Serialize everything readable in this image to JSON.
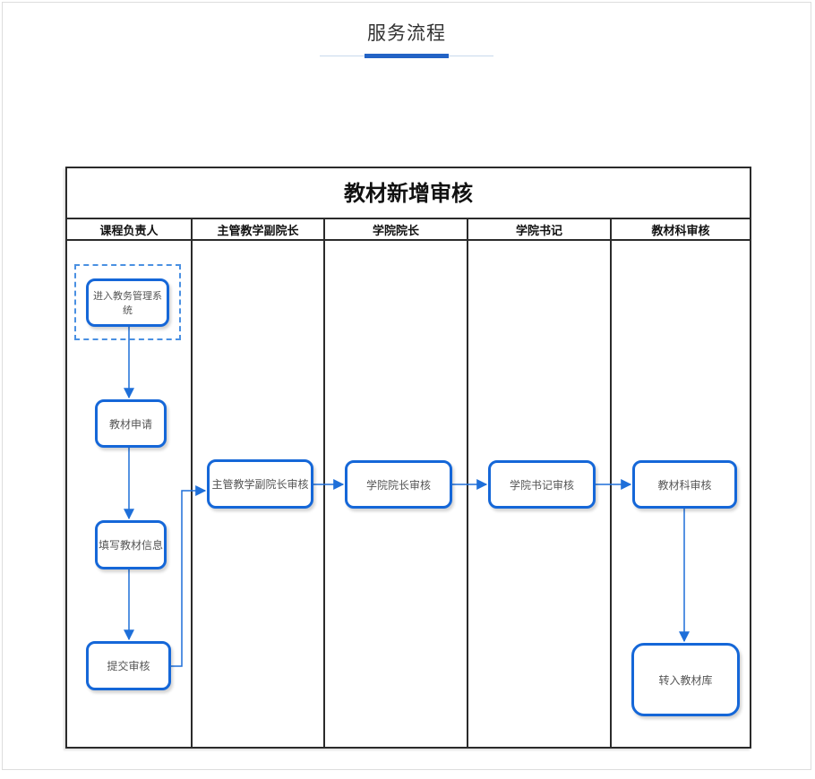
{
  "page": {
    "title": "服务流程"
  },
  "diagram": {
    "title": "教材新增审核",
    "lanes": [
      {
        "label": "课程负责人"
      },
      {
        "label": "主管教学副院长"
      },
      {
        "label": "学院院长"
      },
      {
        "label": "学院书记"
      },
      {
        "label": "教材科审核"
      }
    ],
    "nodes": [
      {
        "id": "enter-system",
        "label": "进入教务管理系统",
        "lane": "课程负责人",
        "highlighted": true
      },
      {
        "id": "textbook-apply",
        "label": "教材申请",
        "lane": "课程负责人"
      },
      {
        "id": "fill-textbook-info",
        "label": "填写教材信息",
        "lane": "课程负责人"
      },
      {
        "id": "submit-review",
        "label": "提交审核",
        "lane": "课程负责人"
      },
      {
        "id": "vice-dean-review",
        "label": "主管教学副院长审核",
        "lane": "主管教学副院长"
      },
      {
        "id": "dean-review",
        "label": "学院院长审核",
        "lane": "学院院长"
      },
      {
        "id": "secretary-review",
        "label": "学院书记审核",
        "lane": "学院书记"
      },
      {
        "id": "textbook-office-review",
        "label": "教材科审核",
        "lane": "教材科审核"
      },
      {
        "id": "transfer-to-library",
        "label": "转入教材库",
        "lane": "教材科审核"
      }
    ],
    "edges": [
      {
        "from": "enter-system",
        "to": "textbook-apply"
      },
      {
        "from": "textbook-apply",
        "to": "fill-textbook-info"
      },
      {
        "from": "fill-textbook-info",
        "to": "submit-review"
      },
      {
        "from": "submit-review",
        "to": "vice-dean-review"
      },
      {
        "from": "vice-dean-review",
        "to": "dean-review"
      },
      {
        "from": "dean-review",
        "to": "secretary-review"
      },
      {
        "from": "secretary-review",
        "to": "textbook-office-review"
      },
      {
        "from": "textbook-office-review",
        "to": "transfer-to-library"
      }
    ],
    "colors": {
      "node_border": "#1567d8",
      "arrow": "#1e6fd9",
      "selection_dash": "#4a90e2",
      "frame_border": "#2b2b2b",
      "divider_accent": "#2363c5",
      "divider_line": "#c9d9ec"
    }
  }
}
